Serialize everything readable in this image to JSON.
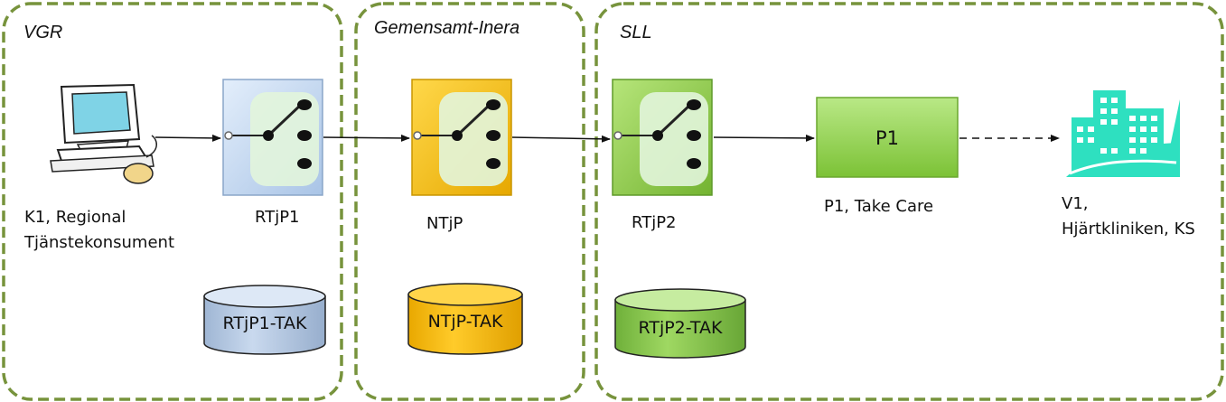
{
  "zones": {
    "vgr": "VGR",
    "inera": "Gemensamt-Inera",
    "sll": "SLL"
  },
  "nodes": {
    "consumer_line1": "K1, Regional",
    "consumer_line2": "Tjänstekonsument",
    "rtjp1": "RTjP1",
    "ntjp": "NTjP",
    "rtjp2": "RTjP2",
    "p1_box": "P1",
    "p1_caption": "P1, Take Care",
    "v1_line1": "V1,",
    "v1_line2": "Hjärtkliniken, KS"
  },
  "databases": {
    "rtjp1_tak": "RTjP1-TAK",
    "ntjp_tak": "NTjP-TAK",
    "rtjp2_tak": "RTjP2-TAK"
  },
  "colors": {
    "zone_border": "#77933c",
    "rtjp1_blue": "#c6d9f1",
    "ntjp_orange": "#ffc000",
    "rtjp2_green": "#92d050",
    "building_teal": "#2ee0c0"
  },
  "icons": {
    "consumer": "computer-workstation-icon",
    "router": "switch-router-icon",
    "building": "hospital-building-icon"
  }
}
